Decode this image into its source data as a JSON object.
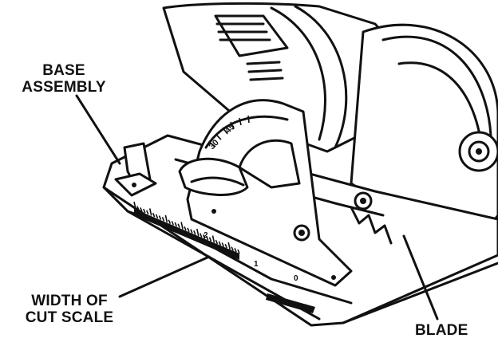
{
  "labels": {
    "base_assembly": [
      "BASE",
      "ASSEMBLY"
    ],
    "width_of_cut_scale": [
      "WIDTH OF",
      "CUT SCALE"
    ],
    "blade": "BLADE"
  },
  "scale_marks": {
    "bevel": [
      "30",
      "45"
    ],
    "cut_scale": [
      "2",
      "1",
      "0"
    ]
  },
  "colors": {
    "ink": "#111111",
    "paper": "#ffffff"
  }
}
